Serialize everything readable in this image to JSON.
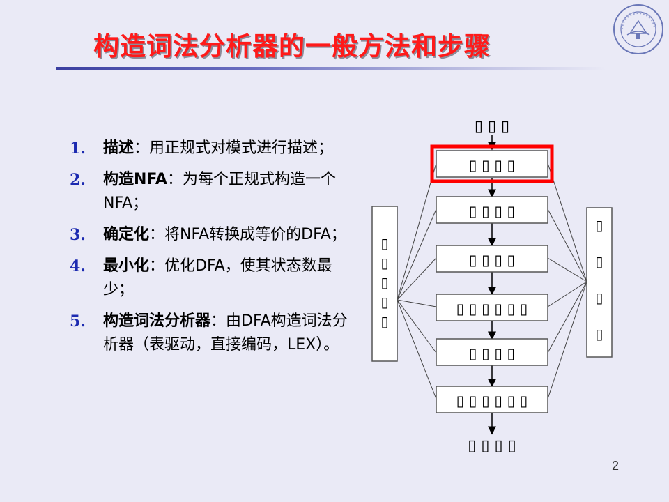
{
  "slide": {
    "title": "构造词法分析器的一般方法和步骤",
    "page_number": "2"
  },
  "colors": {
    "title": "#ff1a1a",
    "number": "#1c2ab0",
    "highlight": "#ff0000",
    "rule": "#3b3fa0",
    "background": "#eaeaf6"
  },
  "steps": [
    {
      "num": "1.",
      "name": "描述",
      "desc": "：用正规式对模式进行描述；"
    },
    {
      "num": "2.",
      "name": "构造NFA",
      "desc": "：为每个正规式构造一个NFA；"
    },
    {
      "num": "3.",
      "name": "确定化",
      "desc": "：将NFA转换成等价的DFA；"
    },
    {
      "num": "4.",
      "name": "最小化",
      "desc": "：优化DFA，使其状态数最少；"
    },
    {
      "num": "5.",
      "name": "构造词法分析器",
      "desc": "：由DFA构造词法分析器（表驱动，直接编码，LEX）。"
    }
  ],
  "diagram": {
    "top_label": "▯ ▯ ▯",
    "bottom_label": "▯ ▯ ▯ ▯",
    "boxes": [
      {
        "label": "▯ ▯ ▯ ▯",
        "highlighted": true
      },
      {
        "label": "▯ ▯ ▯ ▯",
        "highlighted": false
      },
      {
        "label": "▯ ▯ ▯ ▯",
        "highlighted": false
      },
      {
        "label": "▯ ▯ ▯ ▯ ▯ ▯",
        "highlighted": false
      },
      {
        "label": "▯ ▯ ▯ ▯",
        "highlighted": false
      },
      {
        "label": "▯ ▯ ▯ ▯ ▯ ▯",
        "highlighted": false
      }
    ],
    "left_box_label": [
      "▯",
      "▯",
      "▯",
      "▯",
      "▯"
    ],
    "right_box_label": [
      "▯",
      "▯",
      "▯",
      "▯"
    ]
  }
}
